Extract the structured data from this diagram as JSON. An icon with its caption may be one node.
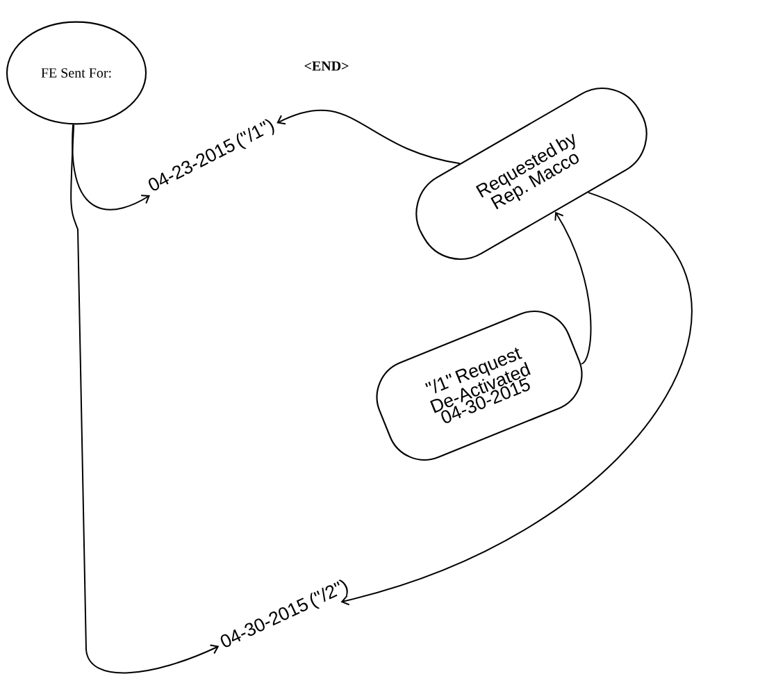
{
  "diagram": {
    "nodes": [
      {
        "text": [
          "FE Sent For:"
        ]
      },
      {
        "text": [
          "04-23-2015 (\"/1\")"
        ]
      },
      {
        "text": [
          "Requested by Rep. Macco"
        ]
      },
      {
        "text": [
          "\"/1\" Request De-Activated 04-30-2015"
        ]
      },
      {
        "text": [
          "04-30-2015 (\"/2\")"
        ]
      }
    ],
    "edges": [
      {
        "from": 0,
        "to": 1,
        "arrow": "to"
      },
      {
        "from": 0,
        "to": 4,
        "arrow": "to"
      },
      {
        "from": 2,
        "to": 1,
        "arrow": "to"
      },
      {
        "from": 3,
        "to": 2,
        "arrow": "to"
      },
      {
        "from": 2,
        "to": 4,
        "arrow": "to"
      }
    ],
    "labels": [
      "<END>"
    ]
  }
}
